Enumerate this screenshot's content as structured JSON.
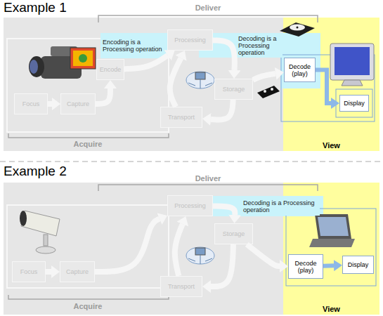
{
  "diagram": {
    "nodes": [
      {
        "text": [
          "Encoding is a Processing operation"
        ]
      },
      {
        "text": [
          "Focus"
        ]
      },
      {
        "text": [
          "Capture"
        ]
      },
      {
        "text": [
          "Encode"
        ]
      },
      {
        "text": [
          "Processing"
        ]
      },
      {
        "text": [
          "Decoding is a Processing operation"
        ]
      },
      {
        "text": [
          "Storage"
        ]
      },
      {
        "text": [
          "Transport"
        ]
      },
      {
        "text": [
          "View"
        ]
      },
      {
        "text": [
          "Decode (play)"
        ],
        "in": 8
      },
      {
        "text": [
          "Display"
        ],
        "in": 8
      },
      {
        "text": [
          "Focus"
        ]
      },
      {
        "text": [
          "Capture"
        ]
      },
      {
        "text": [
          "Processing"
        ]
      },
      {
        "text": [
          "Decoding is a Processing operation"
        ]
      },
      {
        "text": [
          "Storage"
        ]
      },
      {
        "text": [
          "Transport"
        ]
      },
      {
        "text": [
          "View"
        ]
      },
      {
        "text": [
          "Decode (play)"
        ],
        "in": 17
      },
      {
        "text": [
          "Display"
        ],
        "in": 17
      }
    ],
    "edges": [
      {
        "from": 1,
        "to": 2,
        "arrow": "to"
      },
      {
        "from": 2,
        "to": 3,
        "arrow": "to"
      },
      {
        "from": 3,
        "to": 4,
        "arrow": "to"
      },
      {
        "from": 4,
        "to": 6,
        "arrow": "to"
      },
      {
        "from": 6,
        "to": 7,
        "arrow": "to"
      },
      {
        "from": 7,
        "to": 4,
        "arrow": "to"
      },
      {
        "from": 6,
        "to": 9,
        "arrow": "to"
      },
      {
        "from": 9,
        "to": 10,
        "arrow": "to"
      },
      {
        "from": 11,
        "to": 12,
        "arrow": "to"
      },
      {
        "from": 12,
        "to": 13,
        "arrow": "to"
      },
      {
        "from": 13,
        "to": 15,
        "arrow": "to"
      },
      {
        "from": 15,
        "to": 16,
        "arrow": "to"
      },
      {
        "from": 16,
        "to": 13,
        "arrow": "to"
      },
      {
        "from": 15,
        "to": 18,
        "arrow": "to"
      },
      {
        "from": 18,
        "to": 19,
        "arrow": "to"
      }
    ],
    "labels": [
      "Example 1",
      "Deliver",
      "Acquire",
      "Example 2",
      "Deliver",
      "Acquire"
    ]
  }
}
